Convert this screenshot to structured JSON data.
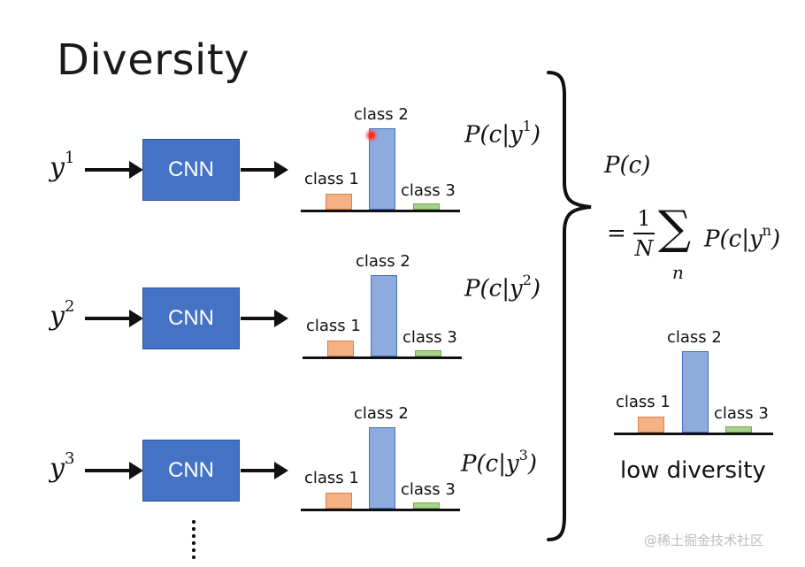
{
  "title": "Diversity",
  "cnn_label": "CNN",
  "rows": [
    {
      "y_base": "y",
      "y_sup": "1",
      "prob_text": "P(c|y",
      "prob_sup": "1",
      "prob_close": ")"
    },
    {
      "y_base": "y",
      "y_sup": "2",
      "prob_text": "P(c|y",
      "prob_sup": "2",
      "prob_close": ")"
    },
    {
      "y_base": "y",
      "y_sup": "3",
      "prob_text": "P(c|y",
      "prob_sup": "3",
      "prob_close": ")"
    }
  ],
  "class_labels": [
    "class 1",
    "class 2",
    "class 3"
  ],
  "chart_data": {
    "type": "bar",
    "categories": [
      "class 1",
      "class 2",
      "class 3"
    ],
    "series": [
      {
        "values": [
          0.15,
          0.85,
          0.05
        ]
      }
    ],
    "colors": [
      "#f4b183",
      "#8faadc",
      "#a9d18e"
    ]
  },
  "formula": {
    "lhs": "P(c)",
    "eq": "=",
    "frac_num": "1",
    "frac_den": "N",
    "sum": "∑",
    "sum_sub": "n",
    "term": "P(c|y",
    "term_sup": "n",
    "term_close": ")"
  },
  "summary_caption": "low diversity",
  "watermark": "@稀土掘金技术社区"
}
